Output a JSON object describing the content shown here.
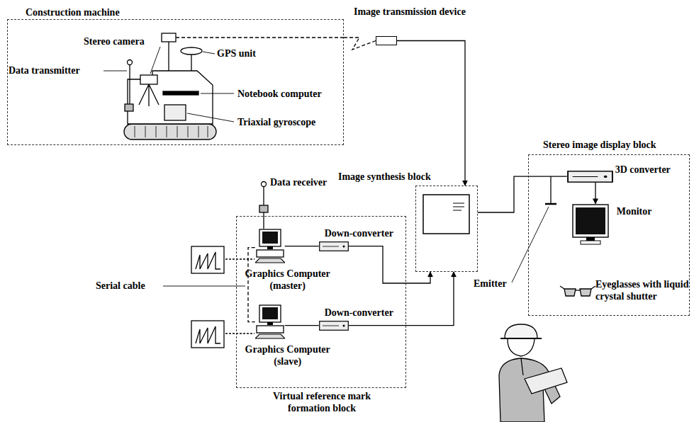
{
  "diagram": {
    "nodes": [
      {
        "text": [
          "Construction machine"
        ]
      },
      {
        "text": [
          "Image transmission device"
        ]
      },
      {
        "text": [
          "Image synthesis block"
        ]
      },
      {
        "text": [
          "Stereo image display block"
        ]
      },
      {
        "text": [
          "3D converter"
        ],
        "in": 3
      },
      {
        "text": [
          "Monitor"
        ],
        "in": 3
      },
      {
        "text": [
          "Virtual reference mark formation block"
        ]
      },
      {
        "text": [
          "Graphics Computer (master)"
        ],
        "in": 6
      },
      {
        "text": [
          "Down-converter"
        ],
        "in": 6
      },
      {
        "text": [
          "Graphics Computer (slave)"
        ],
        "in": 6
      },
      {
        "text": [
          "Down-converter"
        ],
        "in": 6
      }
    ],
    "edges": [
      {
        "from": 0,
        "to": 1,
        "arrow": "none"
      },
      {
        "from": 1,
        "to": 2,
        "arrow": "to"
      },
      {
        "from": 7,
        "to": 8,
        "arrow": "none"
      },
      {
        "from": 8,
        "to": 2,
        "arrow": "to"
      },
      {
        "from": 9,
        "to": 10,
        "arrow": "none"
      },
      {
        "from": 10,
        "to": 2,
        "arrow": "to"
      },
      {
        "from": 2,
        "to": 4,
        "arrow": "none"
      },
      {
        "from": 4,
        "to": 5,
        "arrow": "to"
      },
      {
        "from": 7,
        "to": 9,
        "arrow": "none"
      }
    ],
    "labels": [
      "Stereo camera",
      "GPS unit",
      "Data transmitter",
      "Notebook computer",
      "Triaxial gyroscope",
      "Data receiver",
      "Serial cable",
      "Emitter",
      "Eyeglasses with liquid crystal shutter"
    ]
  }
}
